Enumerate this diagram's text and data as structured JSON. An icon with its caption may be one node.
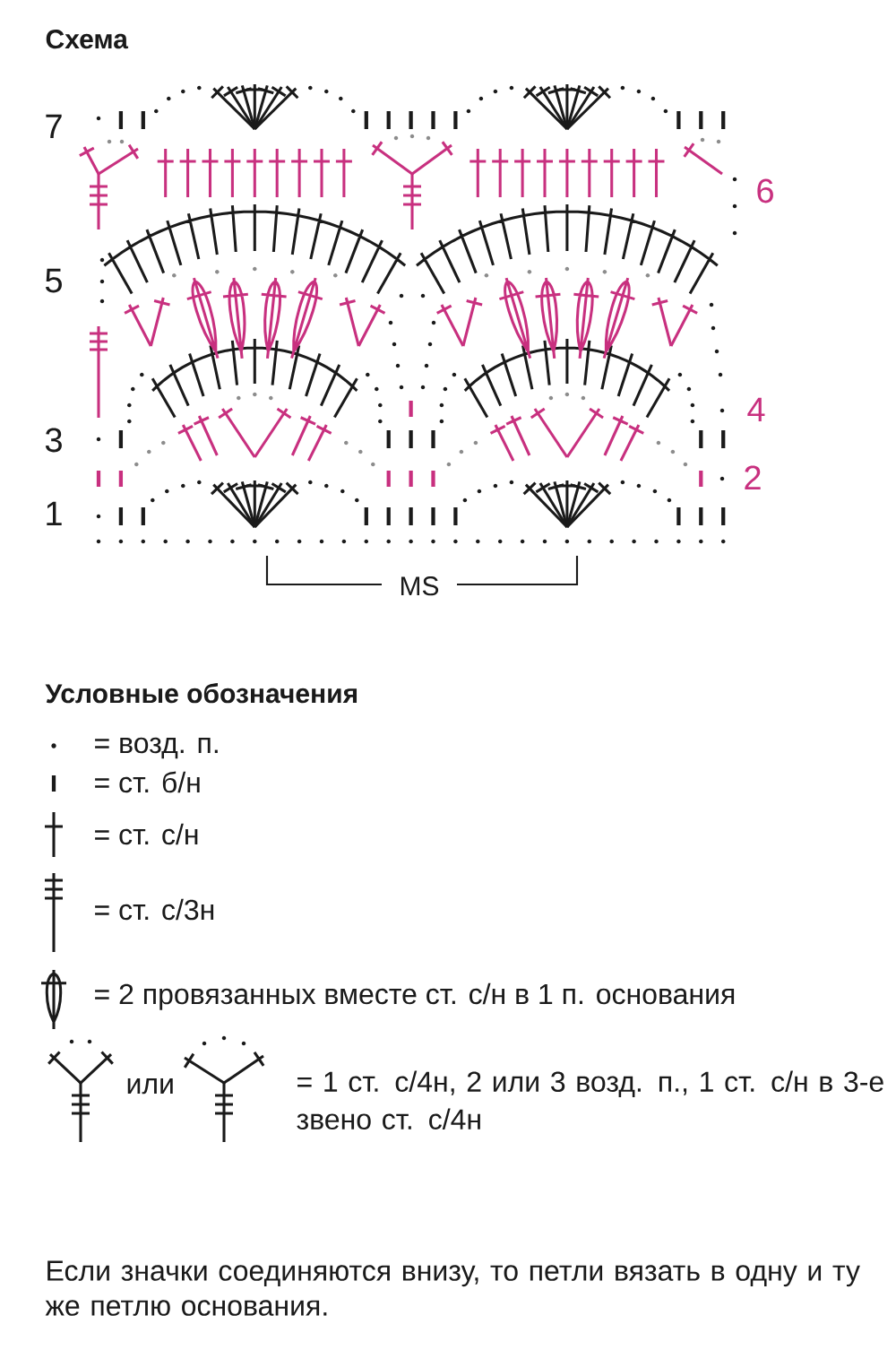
{
  "diagram": {
    "title": "Схема",
    "caption": "Если значки соединяются внизу, то петли вязать в одну и ту же петлю основания.",
    "labels": [
      "7",
      "6",
      "5",
      "4",
      "3",
      "2",
      "1",
      "MS",
      "Условные обозначения",
      "или"
    ],
    "legend": [
      {
        "text": "= возд. п."
      },
      {
        "text": "= ст. б/н"
      },
      {
        "text": "= ст. с/н"
      },
      {
        "text": "= ст. с/3н"
      },
      {
        "text": "= 2 провязанных вместе ст. с/н в 1 п. основания"
      },
      {
        "text": "= 1 ст. с/4н, 2 или 3 возд. п., 1 ст. с/н в 3-е звено ст. с/4н"
      }
    ]
  }
}
